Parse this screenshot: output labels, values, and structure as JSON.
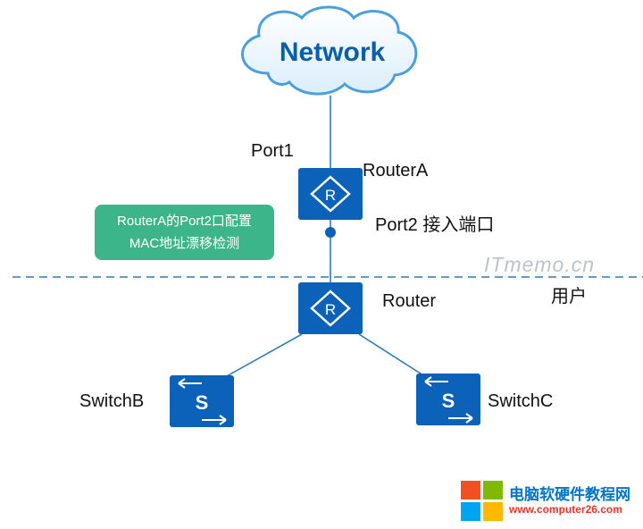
{
  "cloud": {
    "label": "Network"
  },
  "routerA": {
    "name": "RouterA",
    "port1": "Port1",
    "port2": "Port2 接入端口"
  },
  "router": {
    "name": "Router"
  },
  "switchB": {
    "name": "SwitchB"
  },
  "switchC": {
    "name": "SwitchC"
  },
  "note": {
    "line1": "RouterA的Port2口配置",
    "line2": "MAC地址漂移检测"
  },
  "zone": {
    "user_label": "用户"
  },
  "watermark": "ITmemo.cn",
  "brand": {
    "name": "电脑软硬件教程网",
    "url": "www.computer26.com"
  },
  "colors": {
    "device": "#0b62b8",
    "cloud_border": "#4a9fe0",
    "link": "#2e7bb5",
    "note_bg": "#3db58a",
    "logo_red": "#f25022",
    "logo_green": "#7fba00",
    "logo_blue": "#00a4ef",
    "logo_yellow": "#ffb900"
  },
  "icons": {
    "router": "router-icon",
    "switch": "switch-icon",
    "cloud": "cloud-icon",
    "logo": "windows-logo-icon"
  }
}
